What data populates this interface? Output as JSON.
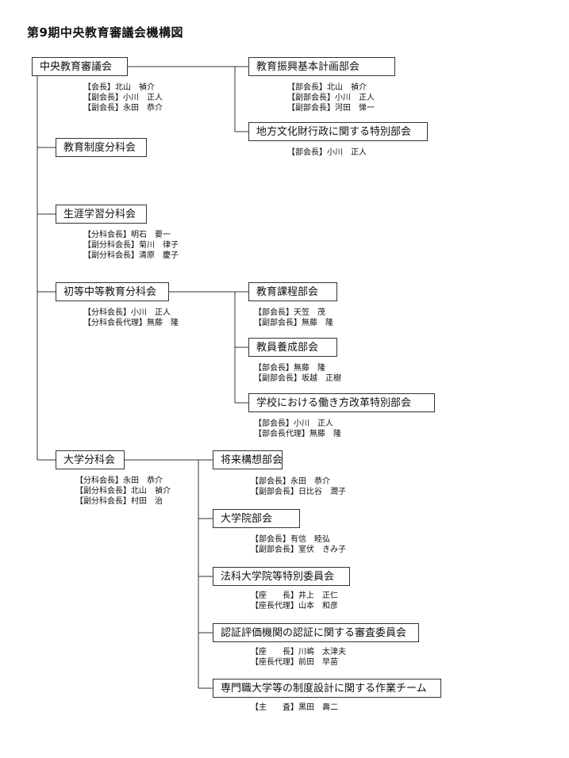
{
  "title": "第9期中央教育審議会機構図",
  "root": {
    "name": "中央教育審議会",
    "members": [
      "【会長】北山　禎介",
      "【副会長】小川　正人",
      "【副会長】永田　恭介"
    ]
  },
  "committees": {
    "kihon": {
      "name": "教育振興基本計画部会",
      "members": [
        "【部会長】北山　禎介",
        "【副部会長】小川　正人",
        "【副部会長】河田　悌一"
      ]
    },
    "bunka": {
      "name": "地方文化財行政に関する特別部会",
      "members": [
        "【部会長】小川　正人"
      ]
    },
    "seido": {
      "name": "教育制度分科会",
      "members": []
    },
    "shogai": {
      "name": "生涯学習分科会",
      "members": [
        "【分科会長】明石　要一",
        "【副分科会長】菊川　律子",
        "【副分科会長】清原　慶子"
      ]
    },
    "shochu": {
      "name": "初等中等教育分科会",
      "members": [
        "【分科会長】小川　正人",
        "【分科会長代理】無藤　隆"
      ]
    },
    "katei": {
      "name": "教育課程部会",
      "members": [
        "【部会長】天笠　茂",
        "【副部会長】無藤　隆"
      ]
    },
    "yosei": {
      "name": "教員養成部会",
      "members": [
        "【部会長】無藤　隆",
        "【副部会長】坂越　正樹"
      ]
    },
    "hataraki": {
      "name": "学校における働き方改革特別部会",
      "members": [
        "【部会長】小川　正人",
        "【部会長代理】無藤　隆"
      ]
    },
    "daigaku": {
      "name": "大学分科会",
      "members": [
        "【分科会長】永田　恭介",
        "【副分科会長】北山　禎介",
        "【副分科会長】村田　治"
      ]
    },
    "shorai": {
      "name": "将来構想部会",
      "members": [
        "【部会長】永田　恭介",
        "【副部会長】日比谷　潤子"
      ]
    },
    "daigakuin": {
      "name": "大学院部会",
      "members": [
        "【部会長】有信　睦弘",
        "【副部会長】室伏　きみ子"
      ]
    },
    "houka": {
      "name": "法科大学院等特別委員会",
      "members": [
        "【座　　長】井上　正仁",
        "【座長代理】山本　和彦"
      ]
    },
    "ninsho": {
      "name": "認証評価機関の認証に関する審査委員会",
      "members": [
        "【座　　長】川嶋　太津夫",
        "【座長代理】前田　早苗"
      ]
    },
    "senmon": {
      "name": "専門職大学等の制度設計に関する作業チーム",
      "members": [
        "【主　　査】黒田　壽二"
      ]
    }
  }
}
